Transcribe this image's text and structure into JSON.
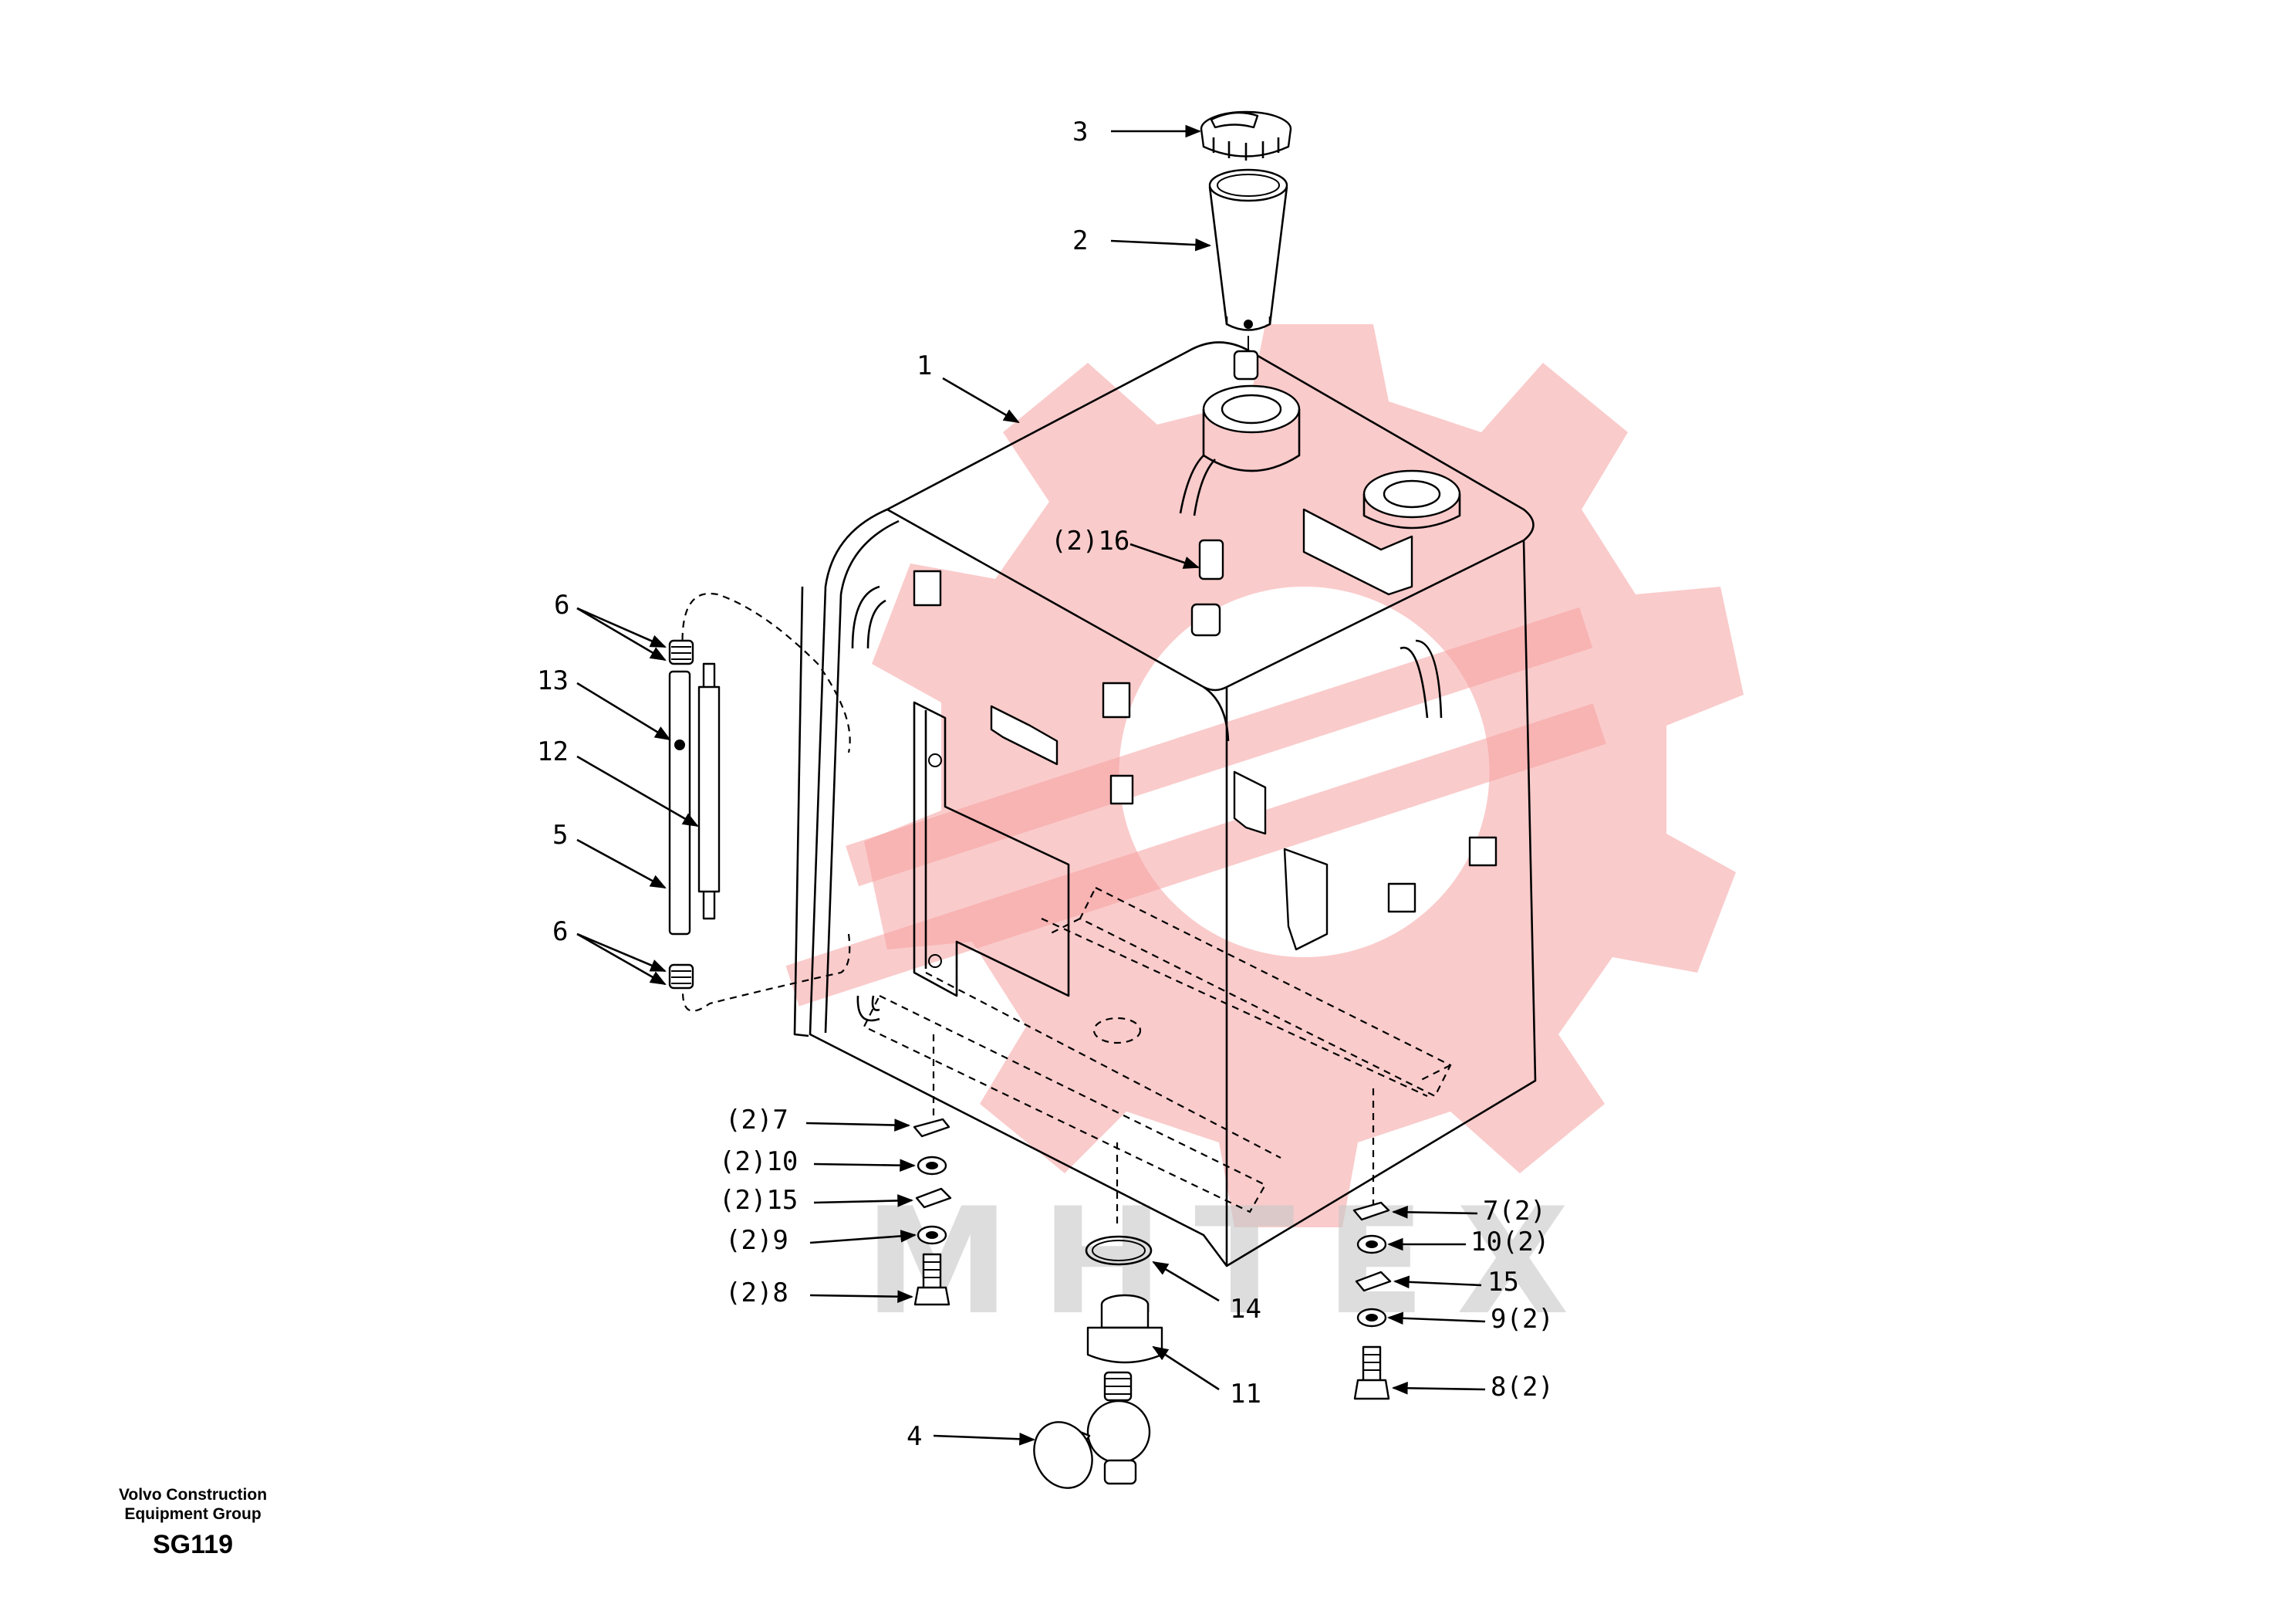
{
  "callouts": {
    "c1": "1",
    "c2": "2",
    "c3": "3",
    "c4": "4",
    "c5": "5",
    "c6a": "6",
    "c6b": "6",
    "c7l": "(2)7",
    "c7r": "7(2)",
    "c8l": "(2)8",
    "c8r": "8(2)",
    "c9l": "(2)9",
    "c9r": "9(2)",
    "c10l": "(2)10",
    "c10r": "10(2)",
    "c11": "11",
    "c12": "12",
    "c13": "13",
    "c14": "14",
    "c15l": "(2)15",
    "c15r": "15",
    "c16": "(2)16"
  },
  "footer": {
    "company_line1": "Volvo Construction",
    "company_line2": "Equipment Group",
    "drawing_code": "SG119"
  },
  "watermark": {
    "text": "MHTEX",
    "color": "#f5a0a0"
  }
}
